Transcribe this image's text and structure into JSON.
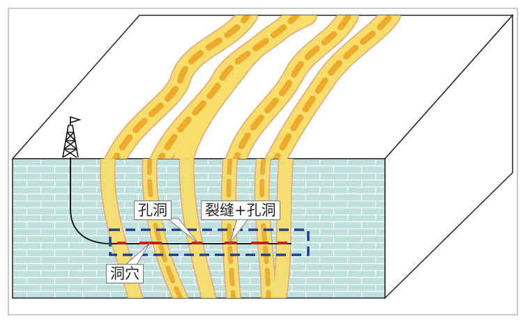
{
  "labels": {
    "pores": "孔洞",
    "fracture_pores": "裂缝+孔洞",
    "cave": "洞穴"
  },
  "colors": {
    "rock": "#bfe0dd",
    "brick_line": "#ffffff",
    "reservoir_fill": "#f7dd6a",
    "reservoir_core": "#eeaa2a",
    "reservoir_edge": "#e8a070",
    "well": "#1a1a1a",
    "perforation": "#c8201e",
    "target_zone": "#1c3f95"
  }
}
